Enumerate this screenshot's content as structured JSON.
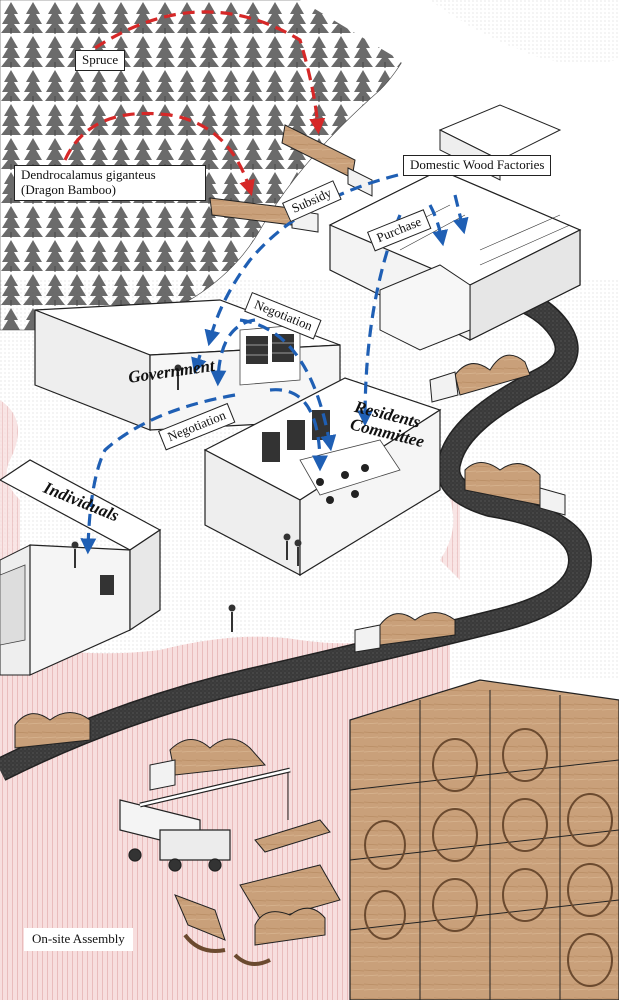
{
  "labels": {
    "spruce": "Spruce",
    "bamboo_line1": "Dendrocalamus giganteus",
    "bamboo_line2": "(Dragon Bamboo)",
    "factories": "Domestic Wood Factories",
    "subsidy": "Subsidy",
    "purchase": "Purchase",
    "negotiation_top": "Negotiation",
    "negotiation_bottom": "Negotiation",
    "onsite": "On-site Assembly"
  },
  "buildings": {
    "government": "Government",
    "residents_line1": "Residents",
    "residents_line2": "Committee",
    "individuals": "Individuals"
  },
  "colors": {
    "natural_flow": "#d62828",
    "admin_flow": "#1f5fb4",
    "site_tint": "#f6d8d8",
    "road": "#3a3a3a",
    "wood": "#c9a07a"
  }
}
